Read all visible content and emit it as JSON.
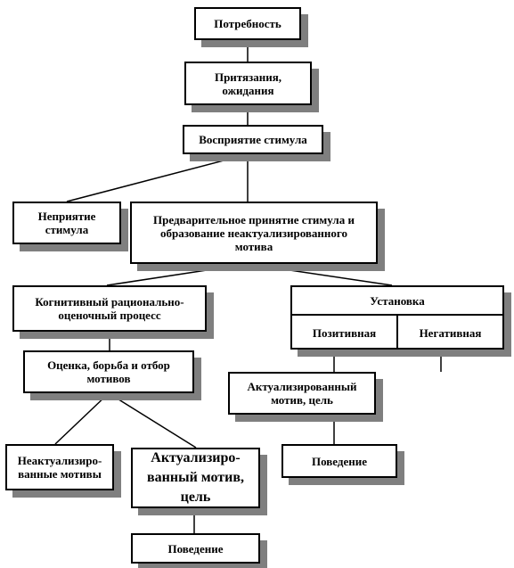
{
  "nodes": {
    "need": "Потребность",
    "claims": "Притязания,\nожидания",
    "perception": "Восприятие стимула",
    "non_acceptance": "Неприятие\nстимула",
    "preliminary": "Предварительное принятие стимула и\nобразование неактуализированного\nмотива",
    "cognitive": "Когнитивный рационально-\nоценочный процесс",
    "evaluation": "Оценка, борьба и отбор\nмотивов",
    "non_actualized": "Неактуализиро-\nванные мотивы",
    "actualized_big": "Актуализиро-\nванный мотив,\nцель",
    "behavior_left": "Поведение",
    "attitude_title": "Установка",
    "attitude_positive": "Позитивная",
    "attitude_negative": "Негативная",
    "actualized_right": "Актуализированный\nмотив, цель",
    "behavior_right": "Поведение"
  },
  "colors": {
    "border": "#000000",
    "shadow": "#7f7f7f",
    "background": "#ffffff"
  }
}
